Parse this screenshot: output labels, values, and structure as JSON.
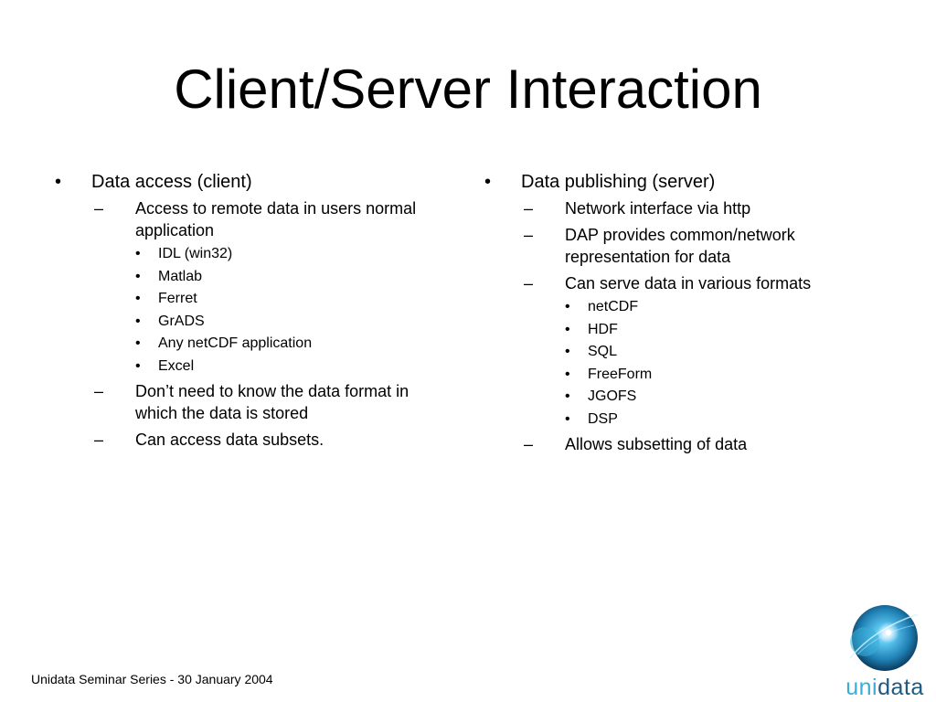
{
  "slide": {
    "title": "Client/Server Interaction",
    "footer": "Unidata Seminar Series - 30 January 2004"
  },
  "left": {
    "heading": "Data access (client)",
    "item_access": "Access to remote data in users normal application",
    "apps": [
      "IDL (win32)",
      "Matlab",
      "Ferret",
      "GrADS",
      "Any netCDF application",
      "Excel"
    ],
    "item_format": "Don’t need to know the data format in which the data is stored",
    "item_subsets": "Can access data subsets."
  },
  "right": {
    "heading": "Data publishing (server)",
    "item_network": "Network interface via http",
    "item_dap": "DAP provides common/network representation for data",
    "item_formats": "Can serve data in various formats",
    "formats": [
      "netCDF",
      "HDF",
      "SQL",
      "FreeForm",
      "JGOFS",
      "DSP"
    ],
    "item_subsetting": "Allows subsetting of data"
  },
  "logo": {
    "text_part1": "uni",
    "text_part2": "data",
    "colors": {
      "light": "#3aaed8",
      "dark": "#1e5a80"
    }
  },
  "markers": {
    "bullet": "•",
    "dash": "–"
  }
}
